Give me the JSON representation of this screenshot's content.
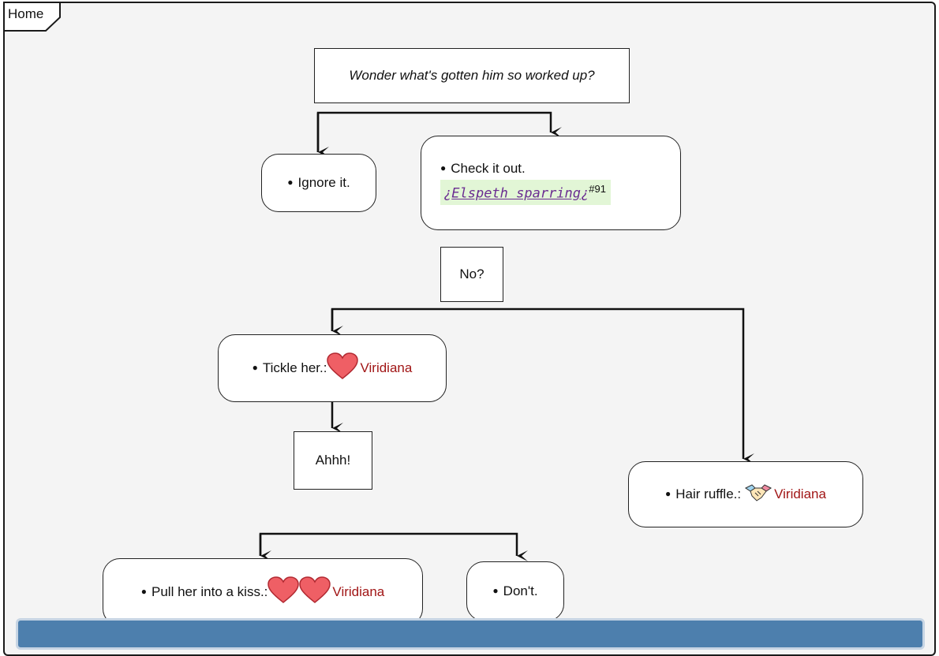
{
  "tab": {
    "label": "Home"
  },
  "nodes": {
    "prompt": "Wonder what's gotten him so worked up?",
    "ignore": "Ignore it.",
    "check": "Check it out.",
    "link": {
      "open": "¿",
      "text": "Elspeth sparring",
      "close": "¿",
      "ref": "#91"
    },
    "no": "No?",
    "tickle": "Tickle her.:",
    "ahhh": "Ahhh!",
    "hair": "Hair ruffle.:",
    "kiss": "Pull her into a kiss.:",
    "dont": "Don't."
  },
  "character": "Viridiana",
  "icons": {
    "affection": "heart-icon",
    "friendship": "handshake-icon"
  },
  "colors": {
    "character": "#a11616",
    "link": "#6a2c91",
    "link_bg": "#e2f6d6",
    "heart": "#ef5f65",
    "bar": "#4d7fad"
  }
}
